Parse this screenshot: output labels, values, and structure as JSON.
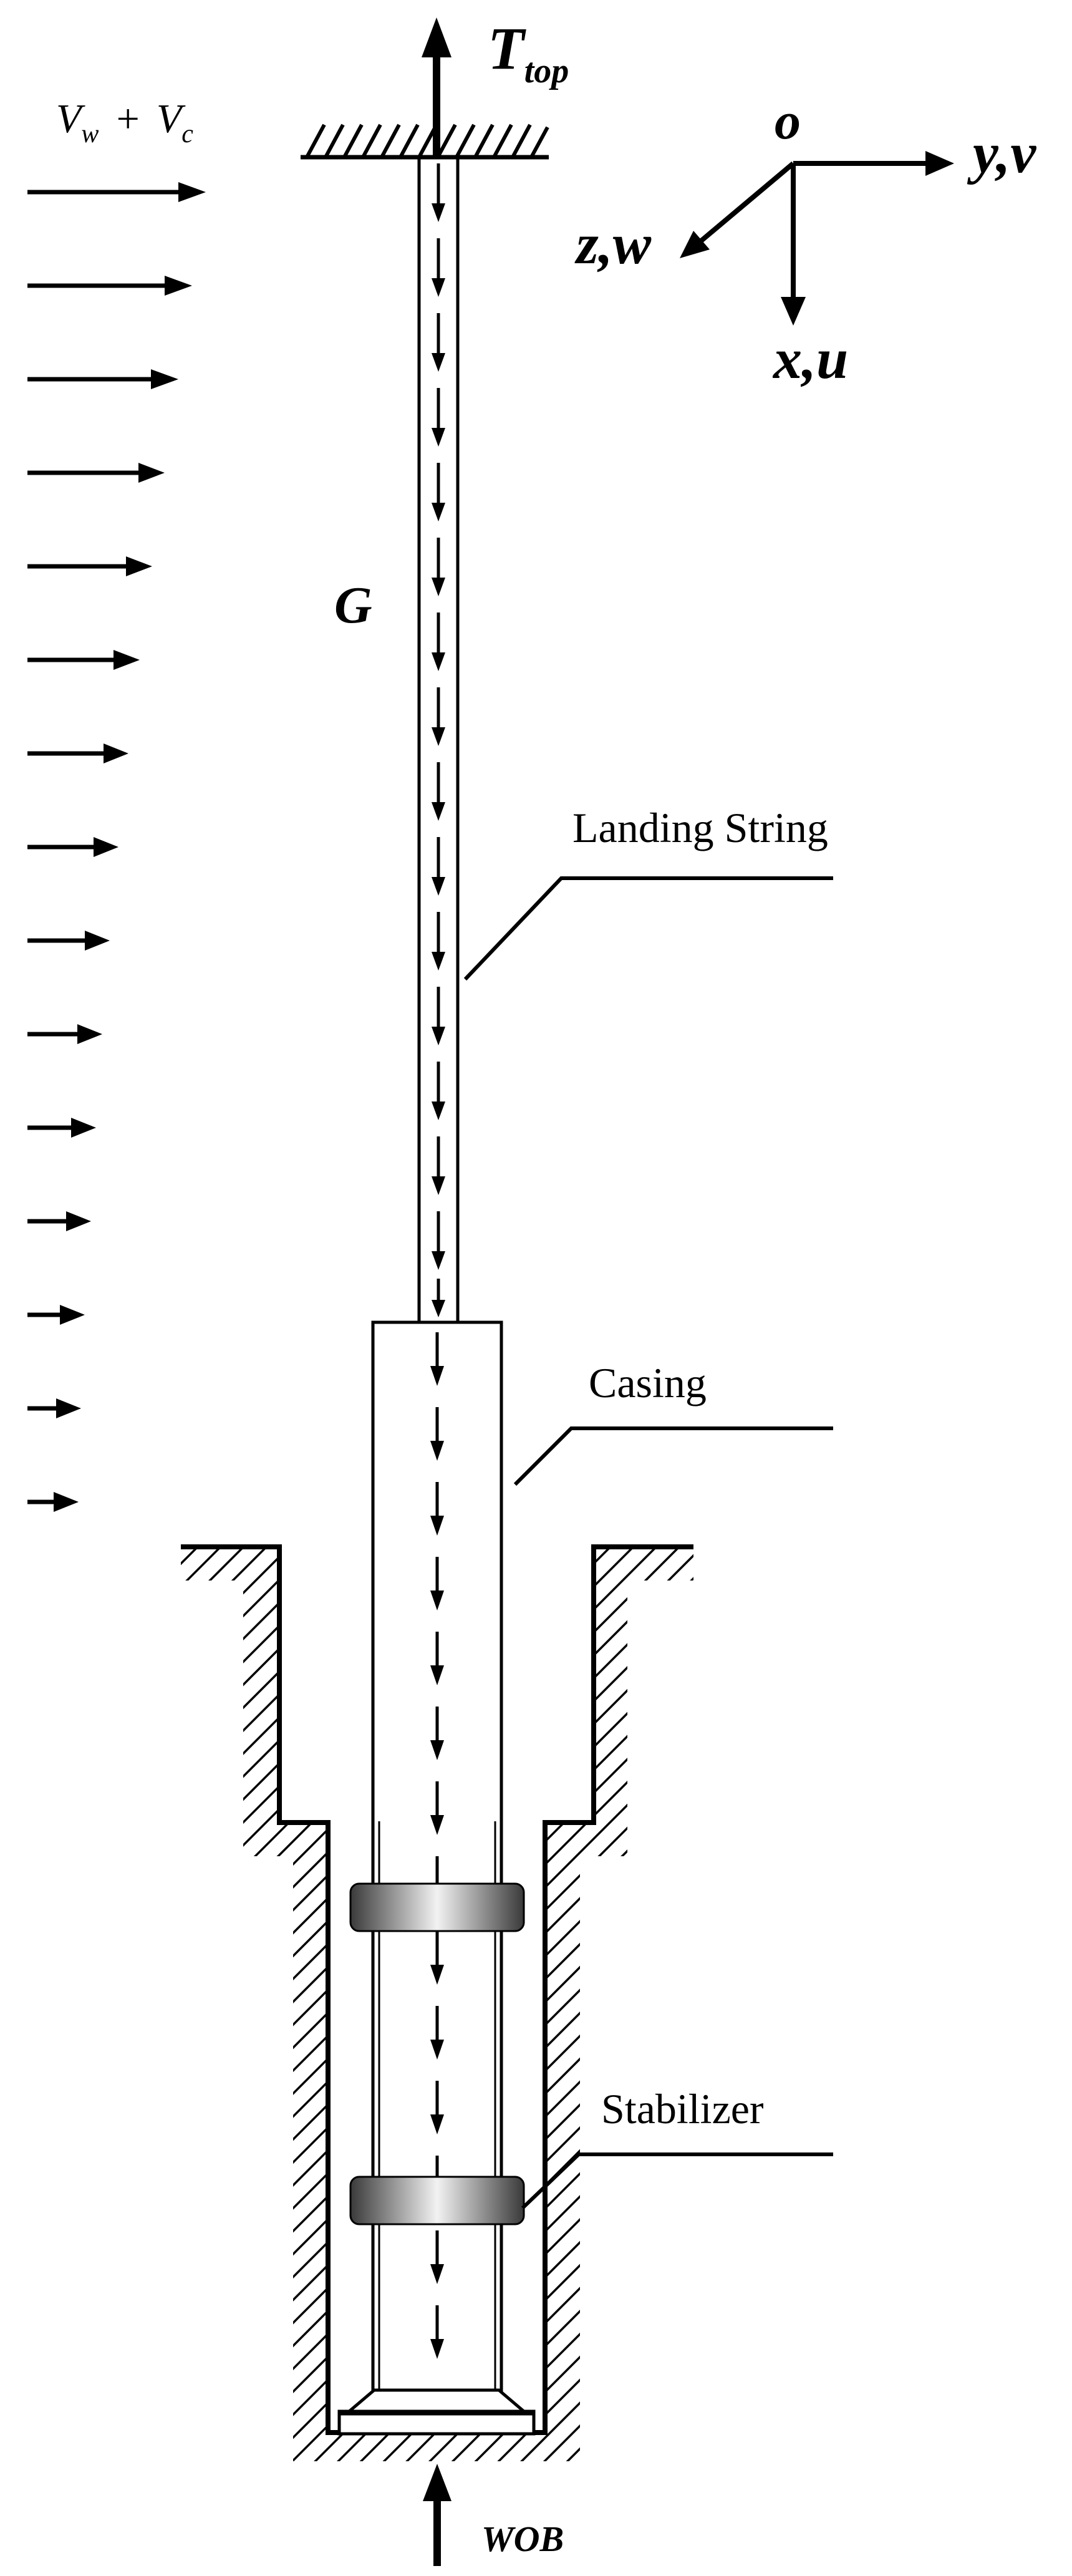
{
  "labels": {
    "t_top_main": "T",
    "t_top_sub": "top",
    "current_v": "V",
    "current_w_sub": "w",
    "current_plus": "+",
    "current_vc": "V",
    "current_c_sub": "c",
    "origin": "o",
    "axis_y": "y,v",
    "axis_z": "z,w",
    "axis_x": "x,u",
    "gravity": "G",
    "landing_string": "Landing String",
    "casing": "Casing",
    "stabilizer": "Stabilizer",
    "wob": "WOB"
  },
  "colors": {
    "ink": "#000000",
    "background": "#ffffff",
    "stabilizer_dark": "#3a3a3a",
    "stabilizer_light": "#f2f2f2"
  }
}
